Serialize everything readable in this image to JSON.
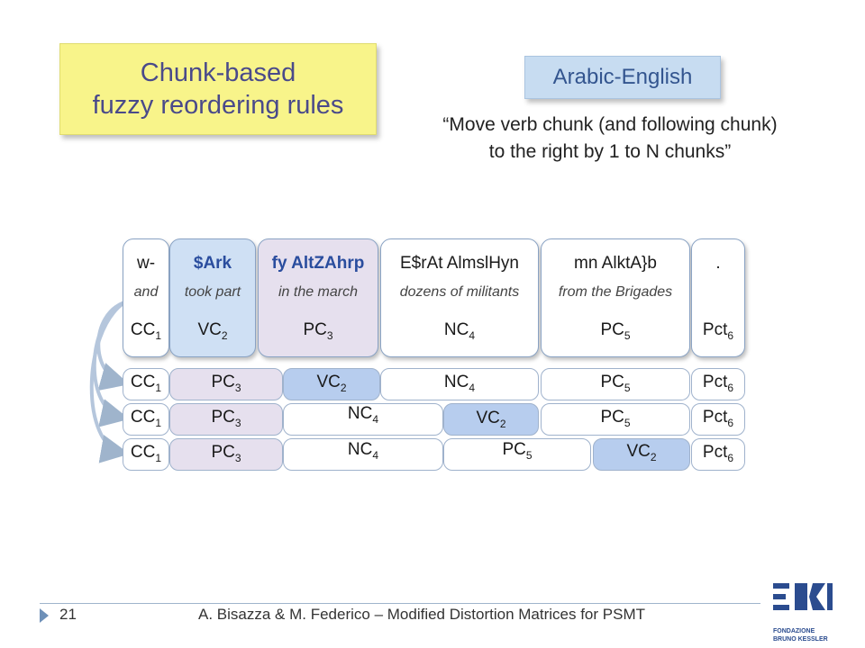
{
  "title": {
    "line1": "Chunk-based",
    "line2": "fuzzy reordering rules"
  },
  "language_pair": "Arabic-English",
  "rule_quote": {
    "line1": "“Move verb chunk (and following chunk)",
    "line2": "to the right by 1 to N chunks”"
  },
  "chunks": [
    {
      "word": "w-",
      "gloss": "and",
      "label": "CC",
      "idx": "1"
    },
    {
      "word": "$Ark",
      "gloss": "took part",
      "label": "VC",
      "idx": "2"
    },
    {
      "word": "fy AltZAhrp",
      "gloss": "in the march",
      "label": "PC",
      "idx": "3"
    },
    {
      "word": "E$rAt AlmslHyn",
      "gloss": "dozens of militants",
      "label": "NC",
      "idx": "4"
    },
    {
      "word": "mn AlktA}b",
      "gloss": "from the Brigades",
      "label": "PC",
      "idx": "5"
    },
    {
      "word": ".",
      "gloss": "",
      "label": "Pct",
      "idx": "6"
    }
  ],
  "rows": [
    [
      {
        "label": "CC",
        "idx": "1"
      },
      {
        "label": "PC",
        "idx": "3"
      },
      {
        "label": "VC",
        "idx": "2"
      },
      {
        "label": "NC",
        "idx": "4"
      },
      {
        "label": "PC",
        "idx": "5"
      },
      {
        "label": "Pct",
        "idx": "6"
      }
    ],
    [
      {
        "label": "CC",
        "idx": "1"
      },
      {
        "label": "PC",
        "idx": "3"
      },
      {
        "label": "NC",
        "idx": "4"
      },
      {
        "label": "VC",
        "idx": "2"
      },
      {
        "label": "PC",
        "idx": "5"
      },
      {
        "label": "Pct",
        "idx": "6"
      }
    ],
    [
      {
        "label": "CC",
        "idx": "1"
      },
      {
        "label": "PC",
        "idx": "3"
      },
      {
        "label": "NC",
        "idx": "4"
      },
      {
        "label": "PC",
        "idx": "5"
      },
      {
        "label": "VC",
        "idx": "2"
      },
      {
        "label": "Pct",
        "idx": "6"
      }
    ]
  ],
  "footer": {
    "page": "21",
    "text": "A. Bisazza & M. Federico – Modified Distortion Matrices for PSMT"
  },
  "logo_text": {
    "line1": "FONDAZIONE",
    "line2": "BRUNO KESSLER"
  },
  "colors": {
    "title_bg": "#f8f48a",
    "lang_bg": "#c7dcf1",
    "vc_bg": "#b7cdee",
    "pc3_bg": "#e6e0ee",
    "accent": "#2a4d9e"
  }
}
